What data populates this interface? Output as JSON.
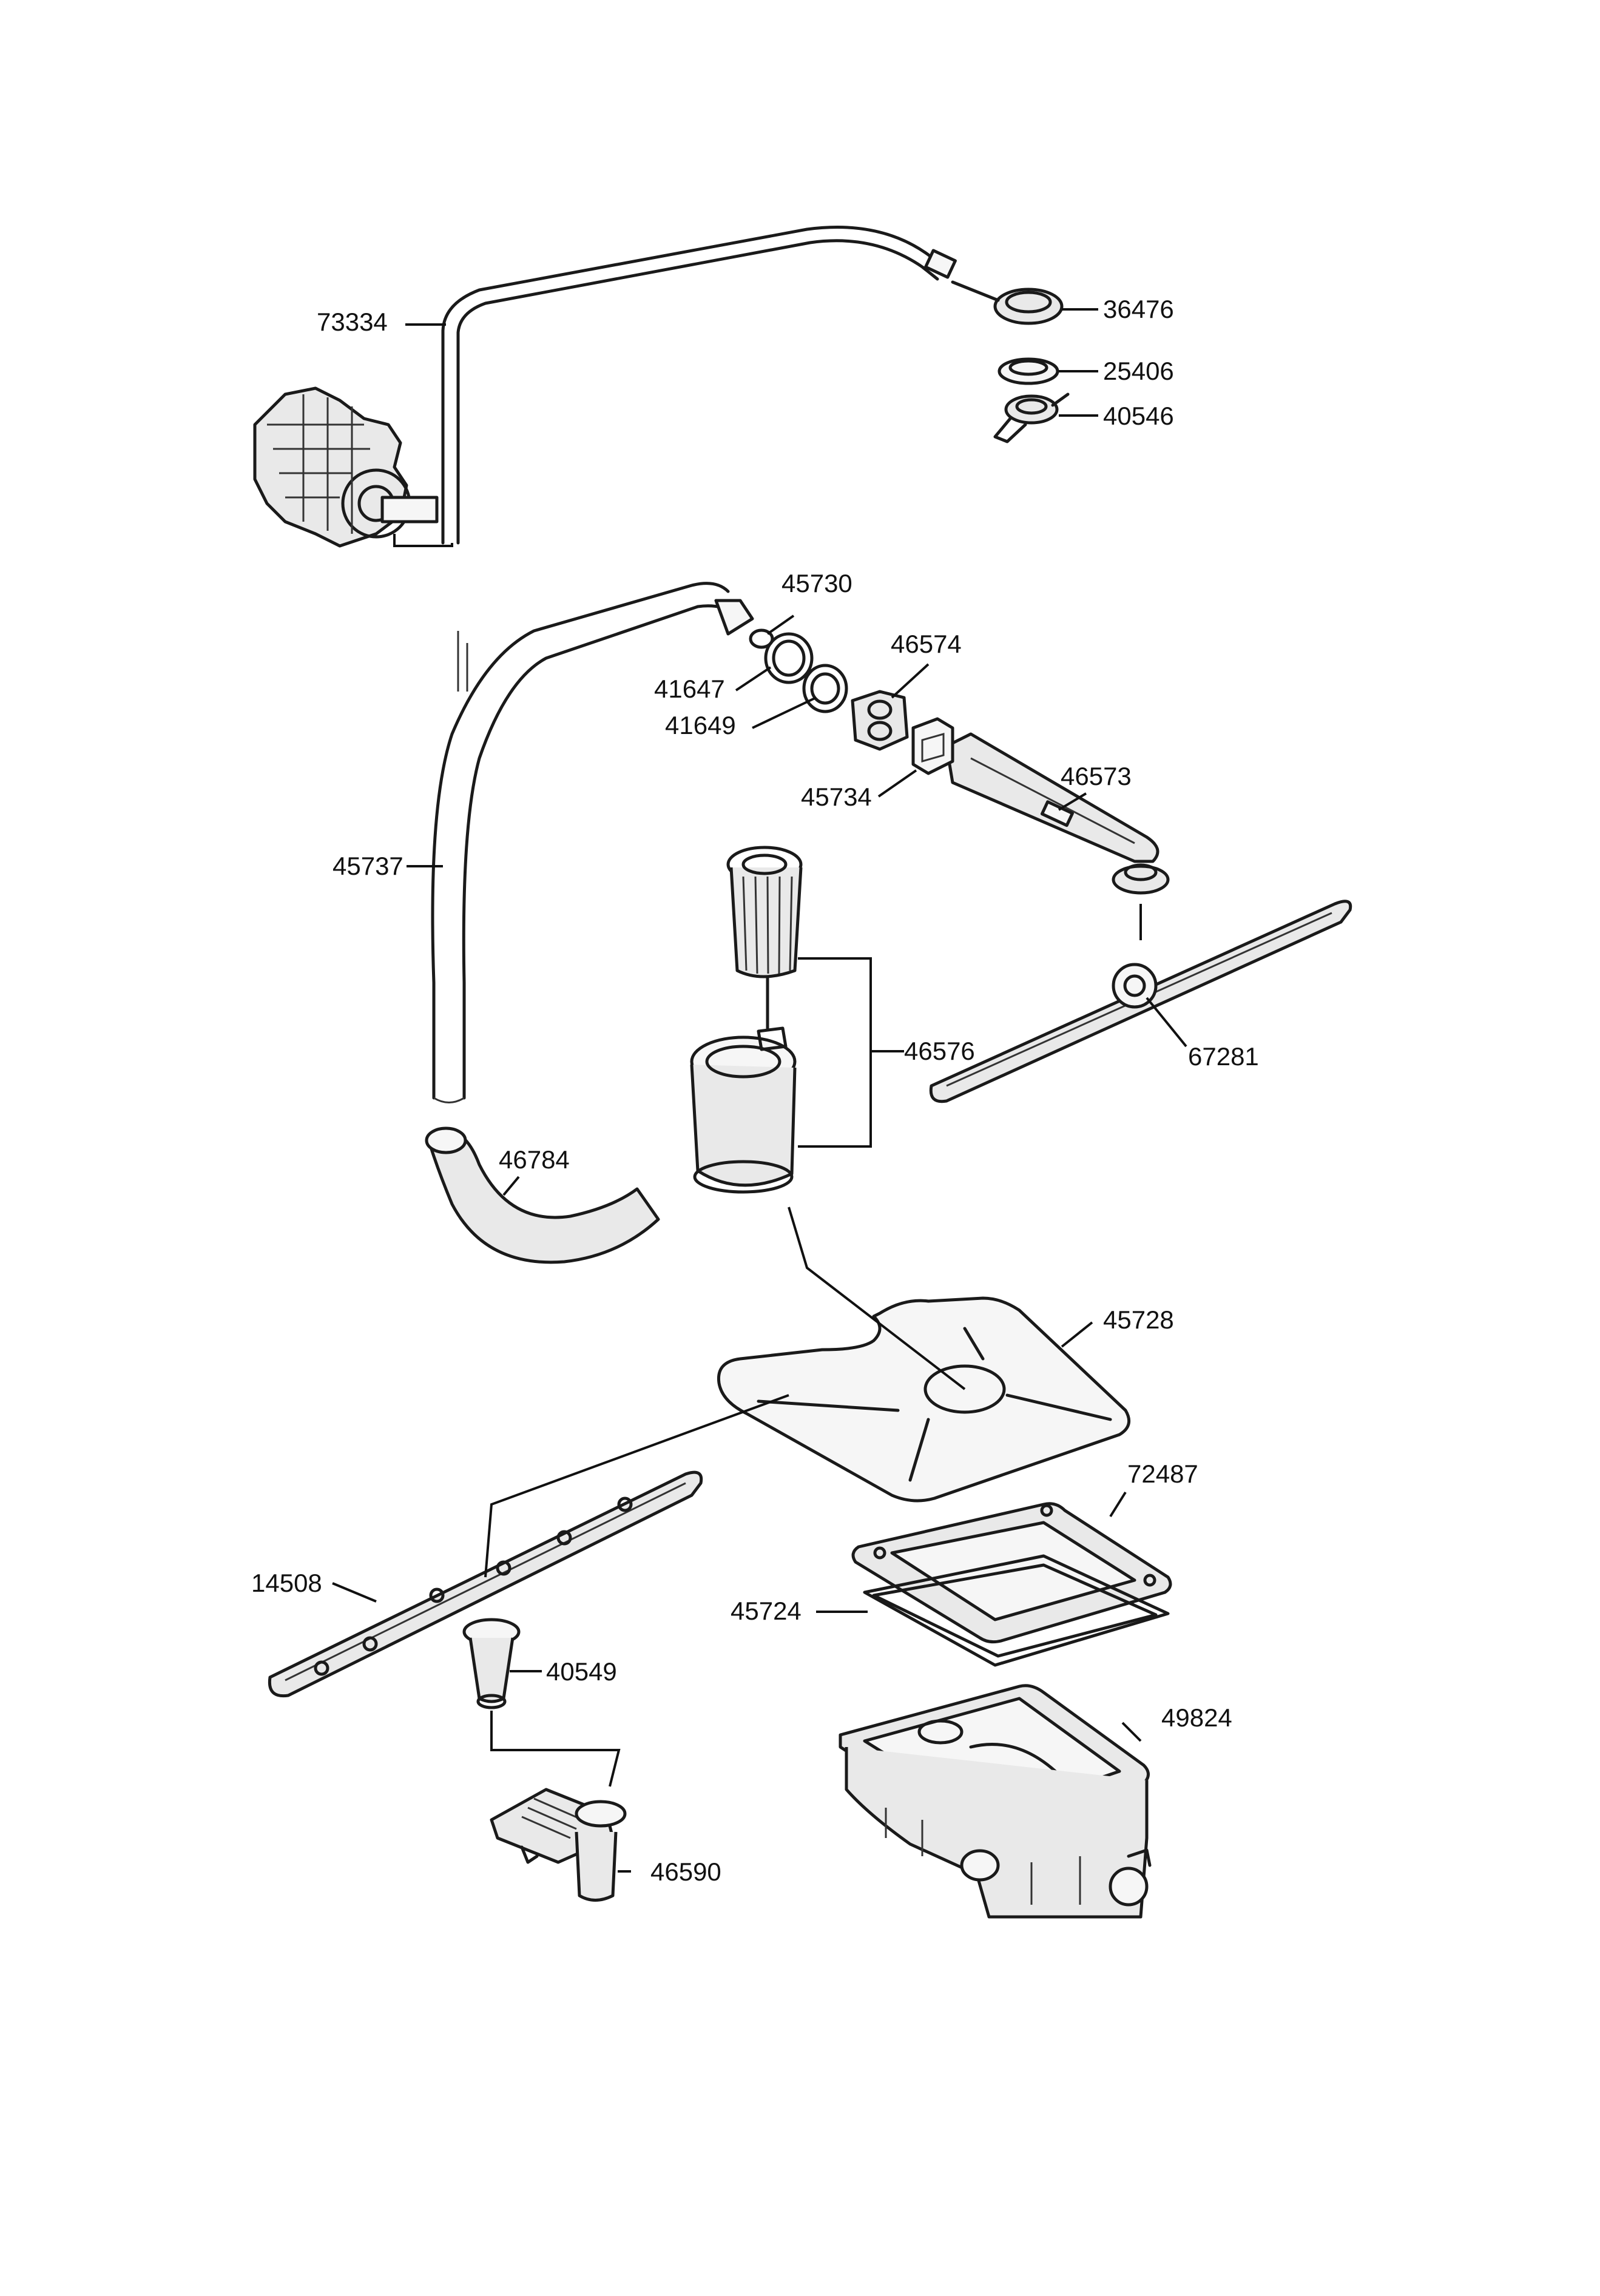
{
  "diagram": {
    "part_numbers": {
      "p73334": "73334",
      "p36476": "36476",
      "p25406": "25406",
      "p40546": "40546",
      "p45730": "45730",
      "p46574": "46574",
      "p41647": "41647",
      "p41649": "41649",
      "p45734": "45734",
      "p46573": "46573",
      "p45737": "45737",
      "p46576": "46576",
      "p67281": "67281",
      "p46784": "46784",
      "p45728": "45728",
      "p72487": "72487",
      "p14508": "14508",
      "p45724": "45724",
      "p40549": "40549",
      "p49824": "49824",
      "p46590": "46590"
    }
  }
}
